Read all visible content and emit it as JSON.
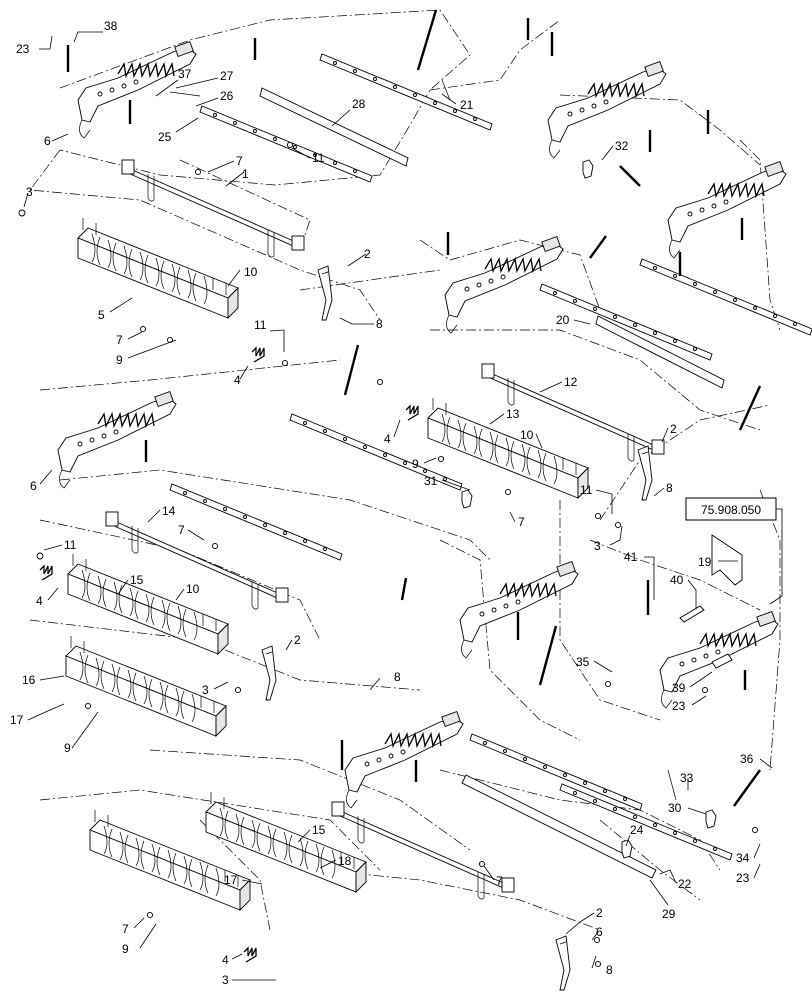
{
  "reference_box": {
    "label": "75.908.050"
  },
  "callouts": [
    {
      "id": "c38a",
      "text": "38"
    },
    {
      "id": "c23a",
      "text": "23"
    },
    {
      "id": "c37",
      "text": "37"
    },
    {
      "id": "c27",
      "text": "27"
    },
    {
      "id": "c26",
      "text": "26"
    },
    {
      "id": "c25",
      "text": "25"
    },
    {
      "id": "c28",
      "text": "28"
    },
    {
      "id": "c21",
      "text": "21"
    },
    {
      "id": "c6a",
      "text": "6"
    },
    {
      "id": "c7a",
      "text": "7"
    },
    {
      "id": "c11a",
      "text": "11"
    },
    {
      "id": "c32",
      "text": "32"
    },
    {
      "id": "c1",
      "text": "1"
    },
    {
      "id": "c3a",
      "text": "3"
    },
    {
      "id": "c2a",
      "text": "2"
    },
    {
      "id": "c10a",
      "text": "10"
    },
    {
      "id": "c5",
      "text": "5"
    },
    {
      "id": "c8a",
      "text": "8"
    },
    {
      "id": "c7b",
      "text": "7"
    },
    {
      "id": "c11b",
      "text": "11"
    },
    {
      "id": "c9a",
      "text": "9"
    },
    {
      "id": "c4a",
      "text": "4"
    },
    {
      "id": "c20",
      "text": "20"
    },
    {
      "id": "c12",
      "text": "12"
    },
    {
      "id": "c13",
      "text": "13"
    },
    {
      "id": "c4b",
      "text": "4"
    },
    {
      "id": "c10b",
      "text": "10"
    },
    {
      "id": "c9b",
      "text": "9"
    },
    {
      "id": "c2b",
      "text": "2"
    },
    {
      "id": "c6b",
      "text": "6"
    },
    {
      "id": "c31",
      "text": "31"
    },
    {
      "id": "c11c",
      "text": "11"
    },
    {
      "id": "c8b",
      "text": "8"
    },
    {
      "id": "c7c",
      "text": "7"
    },
    {
      "id": "c14",
      "text": "14"
    },
    {
      "id": "c7d",
      "text": "7"
    },
    {
      "id": "c3b",
      "text": "3"
    },
    {
      "id": "c11d",
      "text": "11"
    },
    {
      "id": "c41",
      "text": "41"
    },
    {
      "id": "c19",
      "text": "19"
    },
    {
      "id": "c4c",
      "text": "4"
    },
    {
      "id": "c15a",
      "text": "15"
    },
    {
      "id": "c10c",
      "text": "10"
    },
    {
      "id": "c40",
      "text": "40"
    },
    {
      "id": "c2c",
      "text": "2"
    },
    {
      "id": "c35",
      "text": "35"
    },
    {
      "id": "c3c",
      "text": "3"
    },
    {
      "id": "c8c",
      "text": "8"
    },
    {
      "id": "c16",
      "text": "16"
    },
    {
      "id": "c39",
      "text": "39"
    },
    {
      "id": "c23b",
      "text": "23"
    },
    {
      "id": "c17a",
      "text": "17"
    },
    {
      "id": "c9c",
      "text": "9"
    },
    {
      "id": "c36",
      "text": "36"
    },
    {
      "id": "c33",
      "text": "33"
    },
    {
      "id": "c30",
      "text": "30"
    },
    {
      "id": "c24",
      "text": "24"
    },
    {
      "id": "c15b",
      "text": "15"
    },
    {
      "id": "c18",
      "text": "18"
    },
    {
      "id": "c17b",
      "text": "17"
    },
    {
      "id": "c7e",
      "text": "7"
    },
    {
      "id": "c22",
      "text": "22"
    },
    {
      "id": "c34",
      "text": "34"
    },
    {
      "id": "c23c",
      "text": "23"
    },
    {
      "id": "c29",
      "text": "29"
    },
    {
      "id": "c7f",
      "text": "7"
    },
    {
      "id": "c2d",
      "text": "2"
    },
    {
      "id": "c6c",
      "text": "6"
    },
    {
      "id": "c9d",
      "text": "9"
    },
    {
      "id": "c4d",
      "text": "4"
    },
    {
      "id": "c3d",
      "text": "3"
    },
    {
      "id": "c8d",
      "text": "8"
    }
  ]
}
